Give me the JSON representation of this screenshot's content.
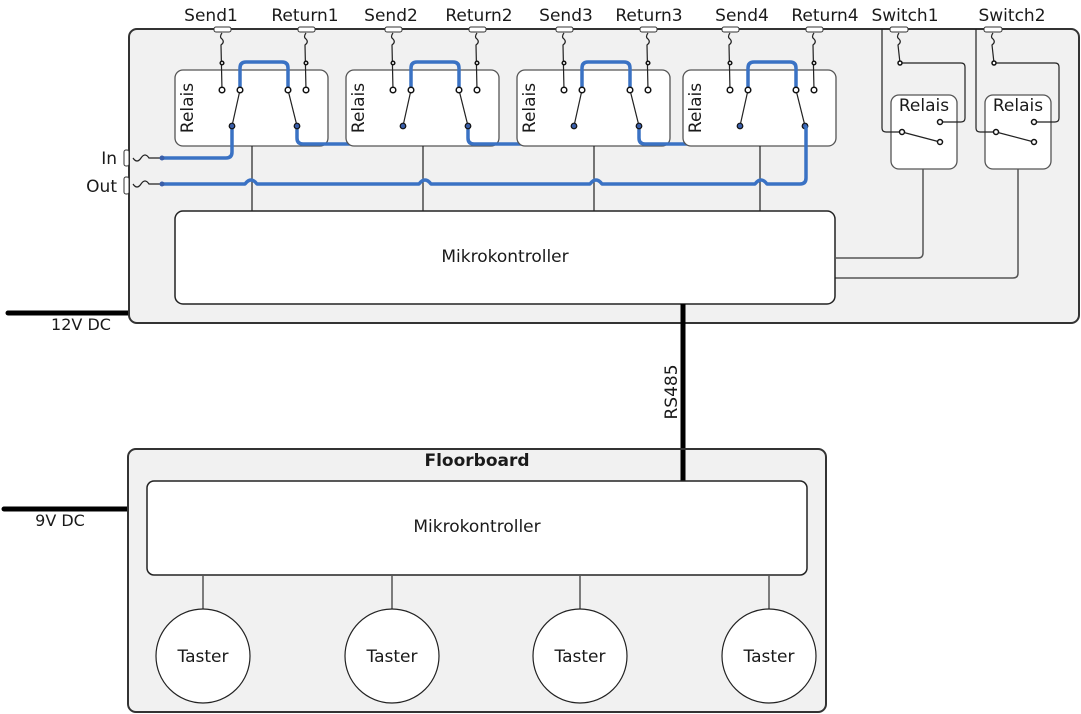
{
  "effects_unit": {
    "ports": [
      {
        "label": "Send1"
      },
      {
        "label": "Return1"
      },
      {
        "label": "Send2"
      },
      {
        "label": "Return2"
      },
      {
        "label": "Send3"
      },
      {
        "label": "Return3"
      },
      {
        "label": "Send4"
      },
      {
        "label": "Return4"
      },
      {
        "label": "Switch1"
      },
      {
        "label": "Switch2"
      }
    ],
    "loop_relays": [
      {
        "label": "Relais"
      },
      {
        "label": "Relais"
      },
      {
        "label": "Relais"
      },
      {
        "label": "Relais"
      }
    ],
    "switch_relays": [
      {
        "label": "Relais"
      },
      {
        "label": "Relais"
      }
    ],
    "input_label": "In",
    "output_label": "Out",
    "controller_label": "Mikrokontroller",
    "power_label": "12V DC"
  },
  "bus_label": "RS485",
  "floorboard": {
    "title": "Floorboard",
    "controller_label": "Mikrokontroller",
    "power_label": "9V DC",
    "buttons": [
      {
        "label": "Taster"
      },
      {
        "label": "Taster"
      },
      {
        "label": "Taster"
      },
      {
        "label": "Taster"
      }
    ]
  },
  "colors": {
    "signal_path": "#3a72c4",
    "panel": "#f1f1f1"
  }
}
